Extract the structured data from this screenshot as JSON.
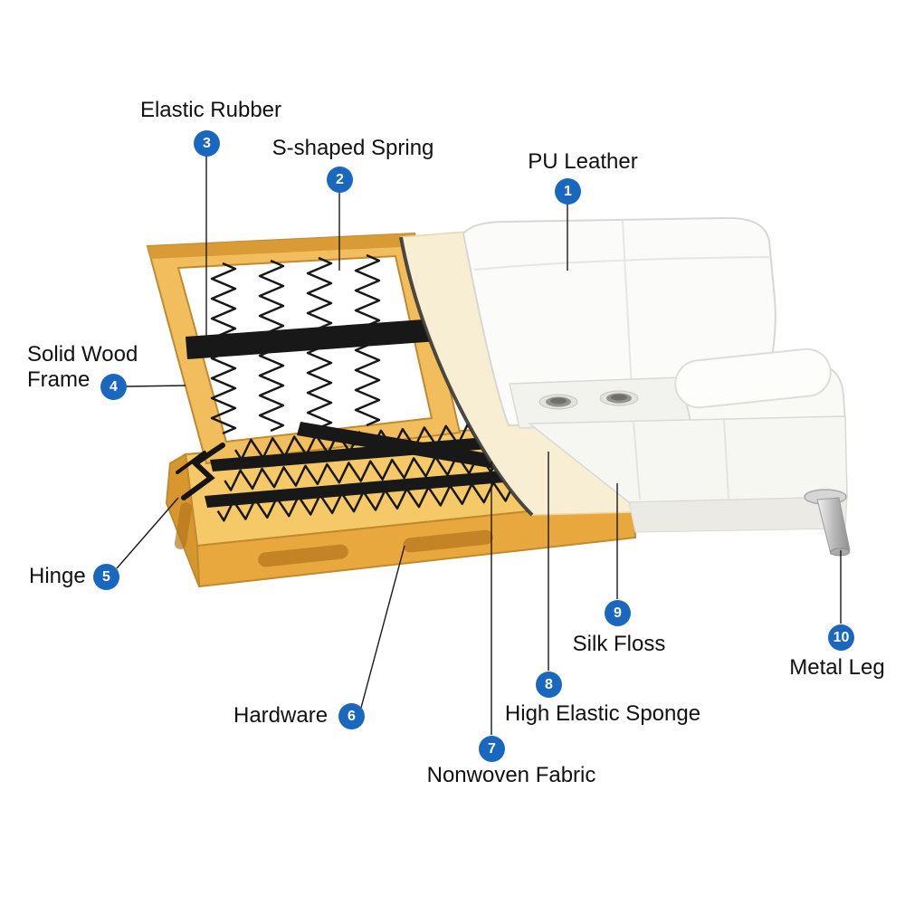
{
  "figure": {
    "type": "product-annotation-diagram",
    "subject": "Convertible futon sofa bed internal construction cutaway",
    "colors": {
      "badge_blue": "#1a67c0",
      "badge_text": "#ffffff",
      "label_text": "#111111",
      "leader_line": "#1a1a1a",
      "wood_frame": "#f2bd5d",
      "wood_dark": "#d8962f",
      "spring_black": "#181818",
      "sponge_cream": "#f7eed4",
      "leather_white": "#fbfbf9",
      "metal_gray": "#b9b9b9"
    },
    "parts": [
      {
        "num": "1",
        "label": "PU Leather"
      },
      {
        "num": "2",
        "label": "S-shaped Spring"
      },
      {
        "num": "3",
        "label": "Elastic Rubber"
      },
      {
        "num": "4",
        "label": "Solid Wood Frame",
        "label_line1": "Solid Wood",
        "label_line2": "Frame"
      },
      {
        "num": "5",
        "label": "Hinge"
      },
      {
        "num": "6",
        "label": "Hardware"
      },
      {
        "num": "7",
        "label": "Nonwoven Fabric"
      },
      {
        "num": "8",
        "label": "High Elastic Sponge"
      },
      {
        "num": "9",
        "label": "Silk Floss"
      },
      {
        "num": "10",
        "label": "Metal Leg"
      }
    ]
  }
}
